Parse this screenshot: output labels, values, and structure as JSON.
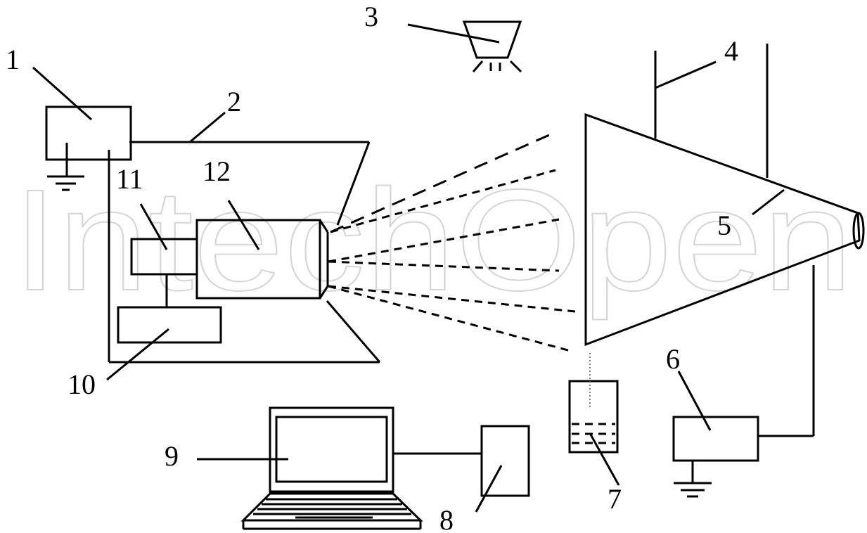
{
  "watermark": "IntechOpen",
  "labels": {
    "l1": "1",
    "l2": "2",
    "l3": "3",
    "l4": "4",
    "l5": "5",
    "l6": "6",
    "l7": "7",
    "l8": "8",
    "l9": "9",
    "l10": "10",
    "l11": "11",
    "l12": "12"
  }
}
